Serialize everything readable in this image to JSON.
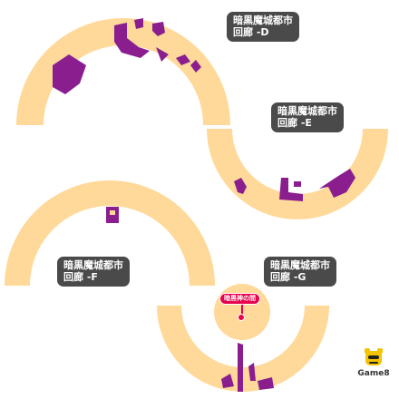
{
  "colors": {
    "corridor": "#ffd999",
    "block": "#8a1e8f",
    "label_bg": "#4a4a4a",
    "label_text": "#ffffff",
    "shrine_marker": "#e8004d",
    "background": "#ffffff"
  },
  "areas": [
    {
      "id": "D",
      "line1": "暗黒魔城都市",
      "line2": "回廊 -D"
    },
    {
      "id": "E",
      "line1": "暗黒魔城都市",
      "line2": "回廊 -E"
    },
    {
      "id": "F",
      "line1": "暗黒魔城都市",
      "line2": "回廊 -F"
    },
    {
      "id": "G",
      "line1": "暗黒魔城都市",
      "line2": "回廊 -G"
    }
  ],
  "shrine": {
    "label": "暗黒神の間",
    "icon": "location-pin-icon"
  },
  "watermark": {
    "text": "Game8",
    "icon": "game8-mascot-icon"
  }
}
